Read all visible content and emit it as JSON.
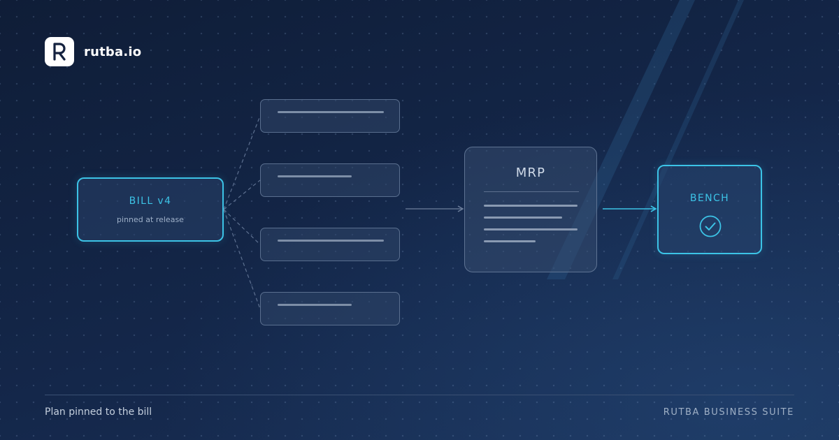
{
  "brand": {
    "name": "rutba.io",
    "logo_letter": "R",
    "logo_icon": "rutba-logo-icon"
  },
  "diagram": {
    "bill": {
      "title": "BILL v4",
      "subtitle": "pinned at release"
    },
    "items": [
      {
        "line": "long"
      },
      {
        "line": "short"
      },
      {
        "line": "long"
      },
      {
        "line": "short"
      }
    ],
    "mrp": {
      "title": "MRP"
    },
    "bench": {
      "title": "BENCH",
      "icon": "check-circle-icon"
    }
  },
  "footer": {
    "left_text": "Plan pinned to the bill",
    "right_text": "RUTBA BUSINESS SUITE"
  },
  "colors": {
    "accent": "#3cc3e6",
    "background": "#132240",
    "muted_text": "#9eb0c8",
    "box_border": "#5a6f8f"
  }
}
